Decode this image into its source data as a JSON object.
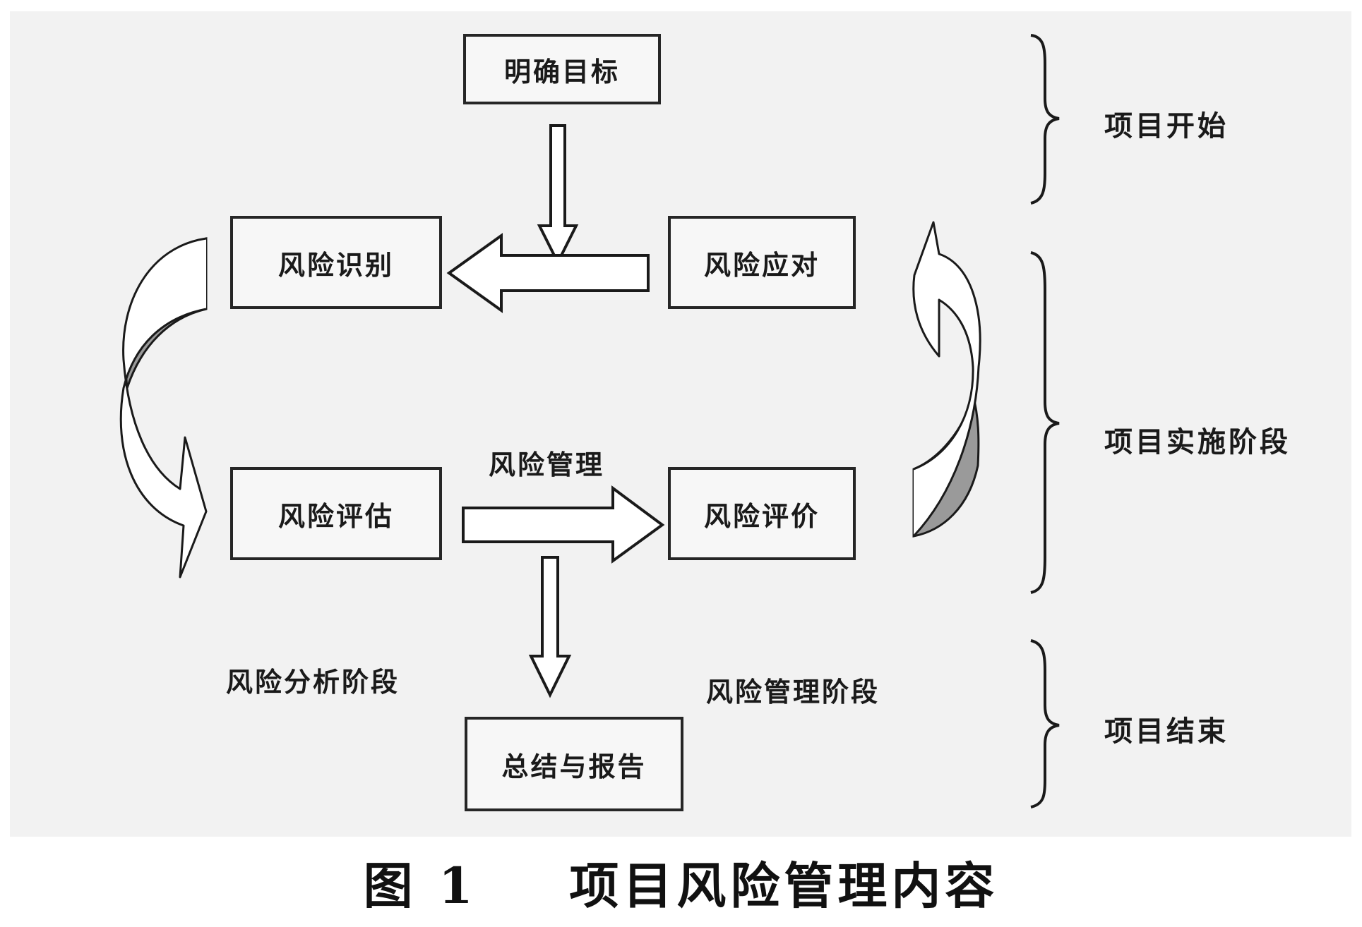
{
  "boxes": {
    "goal": "明确目标",
    "identify": "风险识别",
    "respond": "风险应对",
    "assess": "风险评估",
    "evaluate": "风险评价",
    "report": "总结与报告"
  },
  "labels": {
    "risk_management": "风险管理",
    "analysis_stage": "风险分析阶段",
    "management_stage": "风险管理阶段"
  },
  "phases": {
    "start": "项目开始",
    "implementation": "项目实施阶段",
    "end": "项目结束"
  },
  "caption": {
    "figure_number": "图 1",
    "title": "项目风险管理内容"
  },
  "colors": {
    "background": "#f2f2f2",
    "border": "#262626",
    "curved_arrow_fill": "#9a9a9a"
  }
}
